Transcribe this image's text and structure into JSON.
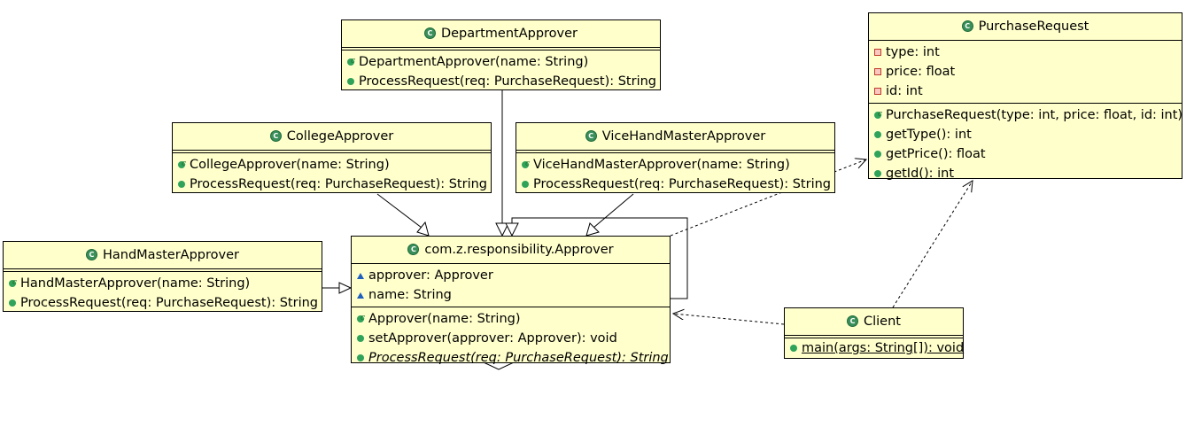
{
  "classes": {
    "department": {
      "name": "DepartmentApprover",
      "methods": [
        "DepartmentApprover(name: String)",
        "ProcessRequest(req: PurchaseRequest): String"
      ]
    },
    "college": {
      "name": "CollegeApprover",
      "methods": [
        "CollegeApprover(name: String)",
        "ProcessRequest(req: PurchaseRequest): String"
      ]
    },
    "vice": {
      "name": "ViceHandMasterApprover",
      "methods": [
        "ViceHandMasterApprover(name: String)",
        "ProcessRequest(req: PurchaseRequest): String"
      ]
    },
    "hand": {
      "name": "HandMasterApprover",
      "methods": [
        "HandMasterApprover(name: String)",
        "ProcessRequest(req: PurchaseRequest): String"
      ]
    },
    "approver": {
      "name": "com.z.responsibility.Approver",
      "fields": [
        "approver: Approver",
        "name: String"
      ],
      "methods": [
        "Approver(name: String)",
        "setApprover(approver: Approver): void",
        "ProcessRequest(req: PurchaseRequest): String"
      ]
    },
    "purchase": {
      "name": "PurchaseRequest",
      "fields": [
        "type: int",
        "price: float",
        "id: int"
      ],
      "methods": [
        "PurchaseRequest(type: int, price: float, id: int)",
        "getType(): int",
        "getPrice(): float",
        "getId(): int"
      ]
    },
    "client": {
      "name": "Client",
      "methods": [
        "main(args: String[]): void"
      ]
    }
  },
  "colors": {
    "class_fill": "#ffffcc",
    "class_icon": "#3a8f5a",
    "public_icon": "#2fa35a",
    "private_icon": "#c0392b",
    "protected_icon": "#1e5fbf"
  }
}
